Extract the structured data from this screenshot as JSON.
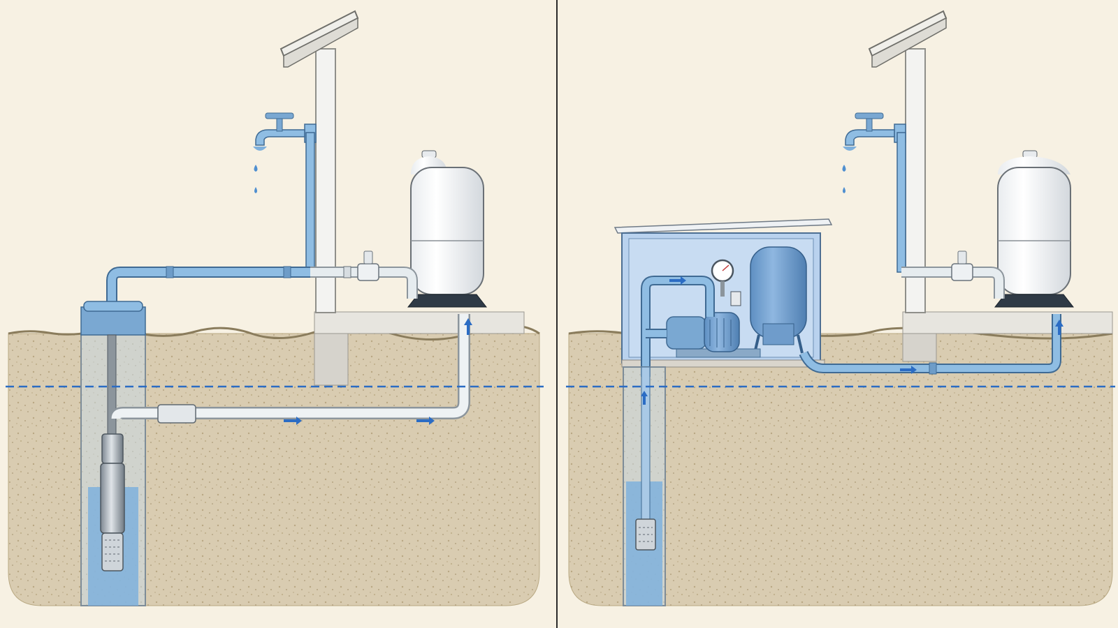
{
  "diagram": {
    "panels": [
      {
        "id": "submersible-pump-system",
        "components": [
          "roof",
          "house-wall",
          "outdoor-faucet",
          "pressure-tank",
          "well-cap",
          "well-casing",
          "submersible-pump",
          "supply-pipe",
          "water-table"
        ]
      },
      {
        "id": "jet-pump-system",
        "components": [
          "roof",
          "house-wall",
          "outdoor-faucet",
          "pressure-tank",
          "pump-house",
          "jet-pump",
          "pressure-gauge",
          "small-pressure-tank",
          "well-casing",
          "foot-valve",
          "supply-pipe",
          "water-table"
        ]
      }
    ]
  },
  "colors": {
    "background": "#f7f1e3",
    "soil": "#d9ccb1",
    "soil_dark": "#c6b594",
    "water": "#7fb0dc",
    "pipe_blue": "#8fbde3",
    "pipe_grey": "#e6ecef",
    "pipe_outline": "#3f6a93",
    "water_table_line": "#2b6cc4",
    "tank_white": "#ffffff",
    "tank_base": "#2f3a46",
    "concrete": "#e4e2dc",
    "pump_house": "#b9d2ee",
    "arrow": "#2b6cc4"
  }
}
